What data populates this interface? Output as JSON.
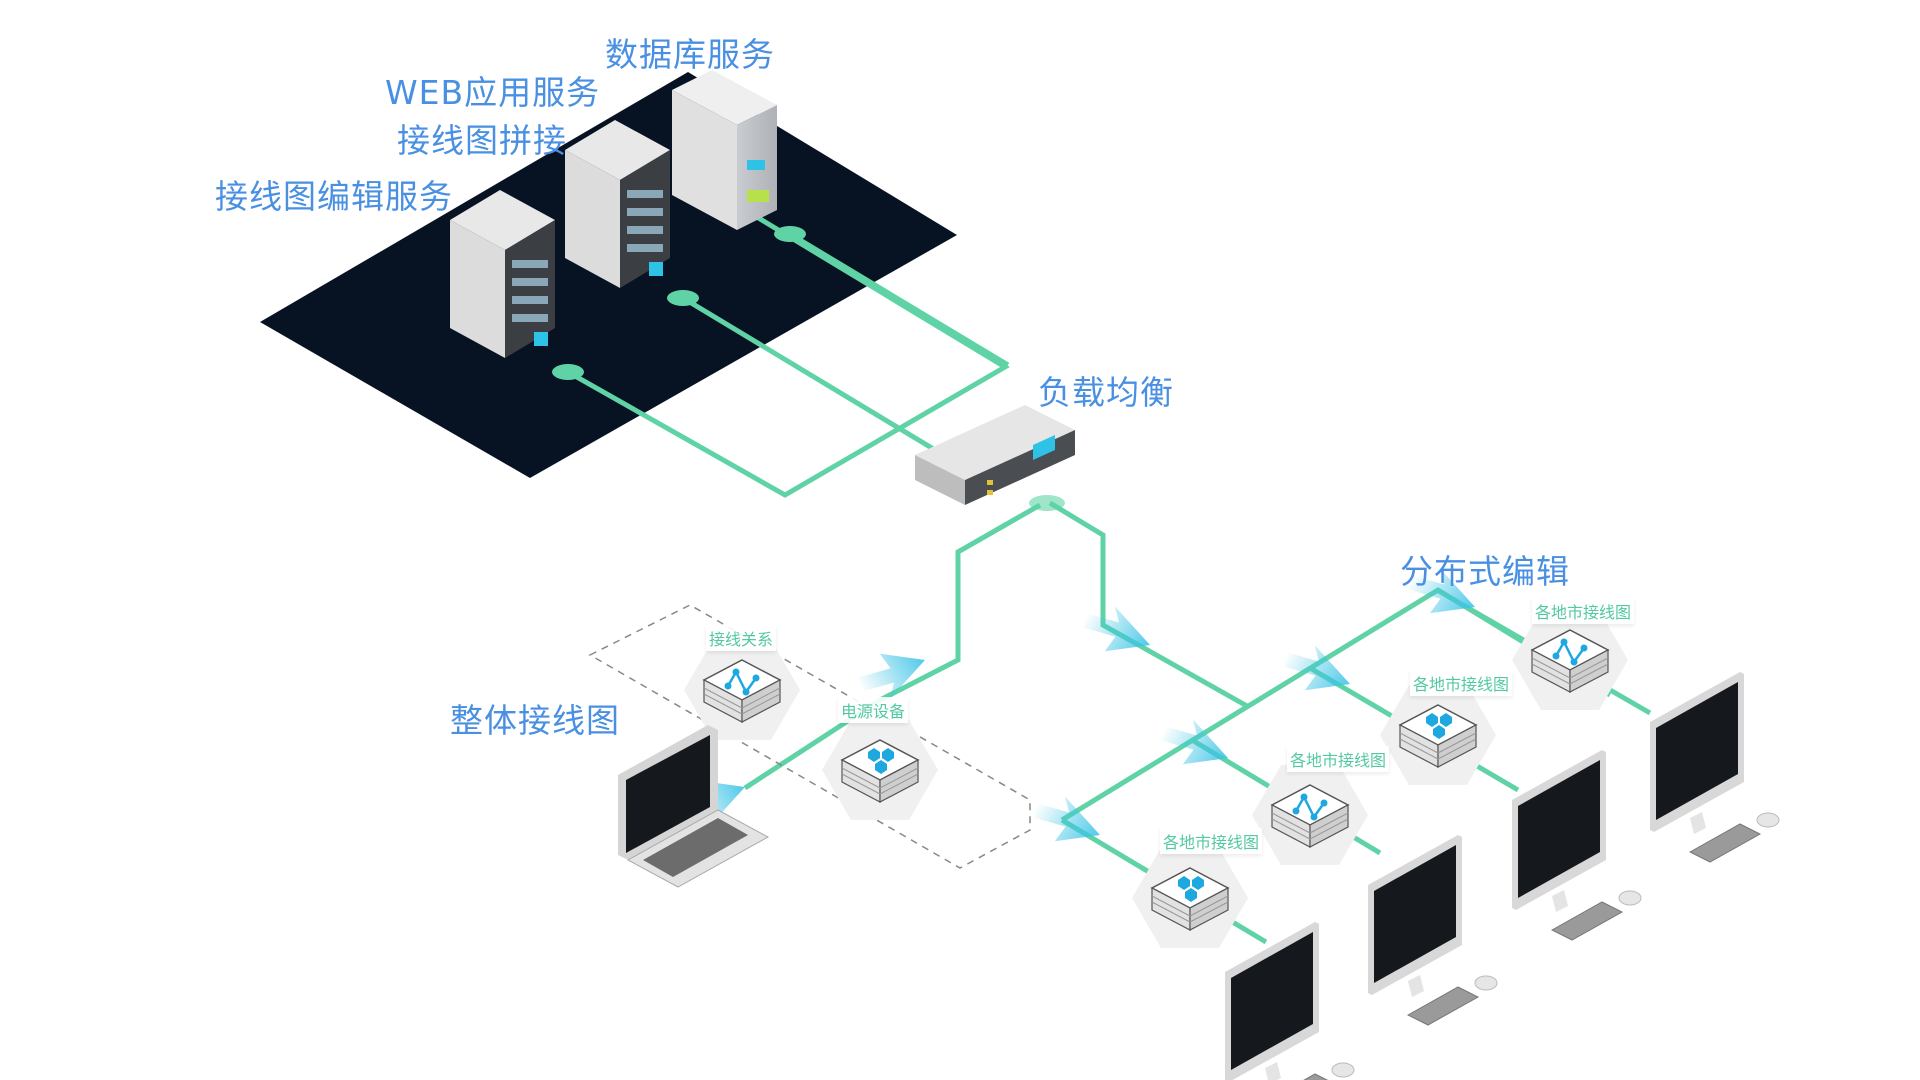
{
  "labels": {
    "database_service": "数据库服务",
    "web_app_service": "WEB应用服务",
    "diagram_stitching": "接线图拼接",
    "diagram_edit_service": "接线图编辑服务",
    "load_balancing": "负载均衡",
    "distributed_editing": "分布式编辑",
    "overall_diagram": "整体接线图",
    "wiring_relation": "接线关系",
    "power_equipment": "电源设备",
    "city_diagrams": [
      "各地市接线图",
      "各地市接线图",
      "各地市接线图",
      "各地市接线图"
    ]
  },
  "colors": {
    "label_blue": "#4a90e2",
    "line_green": "#5fd3a6",
    "arrow_cyan": "#3cc3e6",
    "platform_dark": "#071322",
    "icon_blue": "#1ea8e0"
  },
  "icons": {
    "servers": [
      "server-rack-icon",
      "server-rack-icon",
      "server-tower-icon"
    ],
    "load_balancer": "network-appliance-icon",
    "module_relation": "graph-nodes-icon",
    "module_power": "hexagon-cluster-icon",
    "laptop": "laptop-icon",
    "workstation": "desktop-monitor-icon"
  }
}
